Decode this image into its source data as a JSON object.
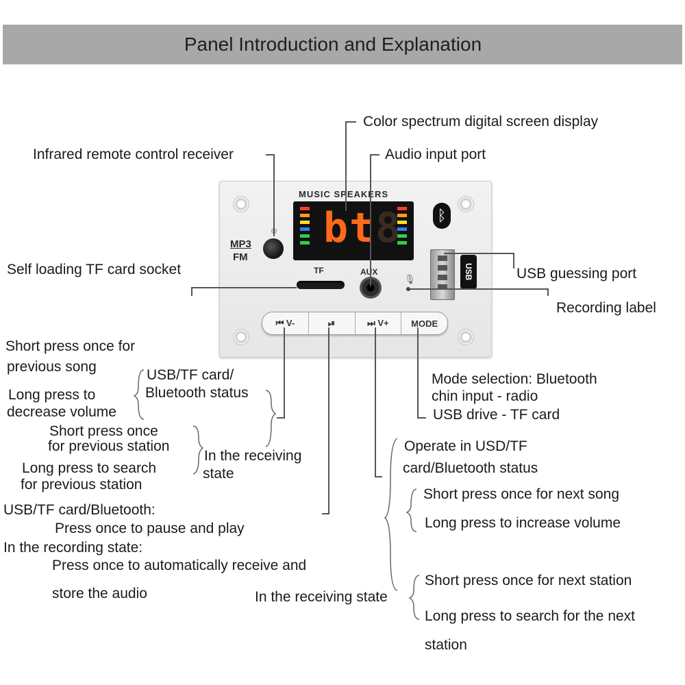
{
  "header": {
    "title": "Panel Introduction and Explanation"
  },
  "board": {
    "brand": "MUSIC SPEAKERS",
    "mp3": "MP3",
    "fm": "FM",
    "display_text": "bt",
    "display_dim": "8",
    "tf_silk": "TF",
    "aux_silk": "AUX",
    "usb_logo": "USB",
    "bluetooth_glyph": "ᛒ",
    "buttons": [
      "⏮ V-",
      "⏯",
      "⏭ V+",
      "MODE"
    ]
  },
  "labels": {
    "color_spectrum": "Color spectrum digital screen display",
    "infrared": "Infrared remote control receiver",
    "audio_input": "Audio input port",
    "tf_socket": "Self loading TF card socket",
    "usb_port": "USB guessing port",
    "recording": "Recording label",
    "prev_short": [
      "Short press once for",
      "previous song"
    ],
    "prev_long": [
      "Long press to",
      "decrease volume"
    ],
    "usb_tf_bt_status": [
      "USB/TF card/",
      "Bluetooth status"
    ],
    "prev_station_short": [
      "Short press once",
      "for previous station"
    ],
    "receiving_state": [
      "In the receiving",
      "state"
    ],
    "prev_station_long": [
      "Long press to search",
      "for previous station"
    ],
    "play_pause": [
      "USB/TF card/Bluetooth:",
      "Press once to pause and play",
      "In the recording state:",
      "Press once to automatically receive and",
      "store the audio"
    ],
    "mode_selection": [
      "Mode selection: Bluetooth",
      "chin input - radio",
      "USB drive - TF card"
    ],
    "operate_usd": [
      "Operate in USD/TF",
      "card/Bluetooth status"
    ],
    "next_song": "Short press once for next song",
    "increase_volume": "Long press to increase volume",
    "in_receiving_state": "In the receiving state",
    "next_station": "Short press once for next station",
    "search_next": [
      "Long press to search for the next",
      "station"
    ]
  },
  "colors": {
    "header_bg": "#a8a8a8",
    "display_digits": "#ff6a1a",
    "leader_lines": "#555555"
  }
}
